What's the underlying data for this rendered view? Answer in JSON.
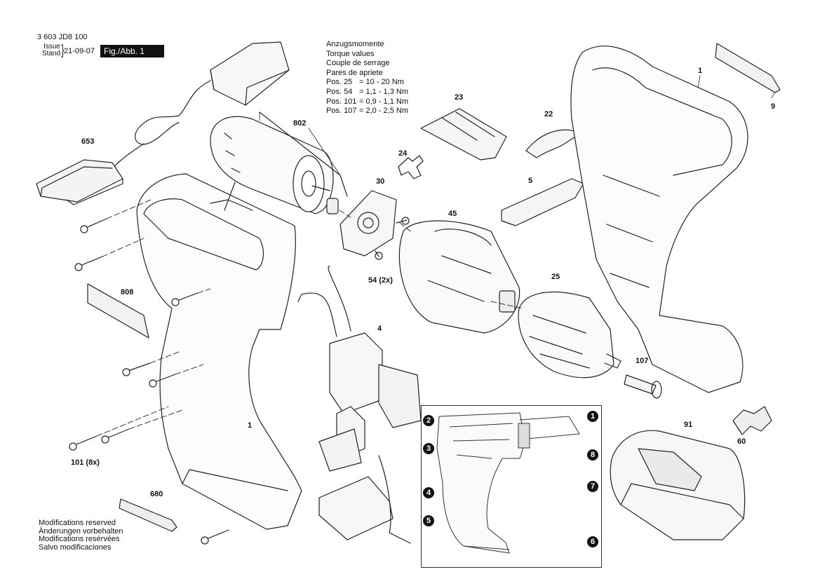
{
  "header": {
    "doc_number": "3 603 JD8 100",
    "issue_line1": "Issue",
    "issue_line2": "Stand",
    "issue_date": "21-09-07",
    "figure": "Fig./Abb. 1"
  },
  "torque": {
    "titles": [
      "Anzugsmomente",
      "Torque values",
      "Couple de serrage",
      "Pares de apriete"
    ],
    "rows": [
      {
        "pos": "Pos. 25",
        "value": "= 10 - 20 Nm"
      },
      {
        "pos": "Pos. 54",
        "value": "= 1,1 - 1,3 Nm"
      },
      {
        "pos": "Pos. 101",
        "value": "= 0,9 - 1,1 Nm"
      },
      {
        "pos": "Pos. 107",
        "value": "= 2,0 - 2,5 Nm"
      }
    ]
  },
  "part_labels": {
    "p1_housing_right": "1",
    "p1_housing_left": "1",
    "p4": "4",
    "p5": "5",
    "p9": "9",
    "p22": "22",
    "p23": "23",
    "p24": "24",
    "p25": "25",
    "p30": "30",
    "p45": "45",
    "p54": "54 (2x)",
    "p60": "60",
    "p91": "91",
    "p101": "101 (8x)",
    "p107": "107",
    "p653": "653",
    "p680": "680",
    "p802": "802",
    "p808": "808"
  },
  "inset_markers": [
    "1",
    "2",
    "3",
    "4",
    "5",
    "6",
    "7",
    "8"
  ],
  "footer": {
    "lines": [
      "Modifications reserved",
      "Änderungen vorbehalten",
      "Modifications resérvées",
      "Salvo modificaciones"
    ]
  }
}
